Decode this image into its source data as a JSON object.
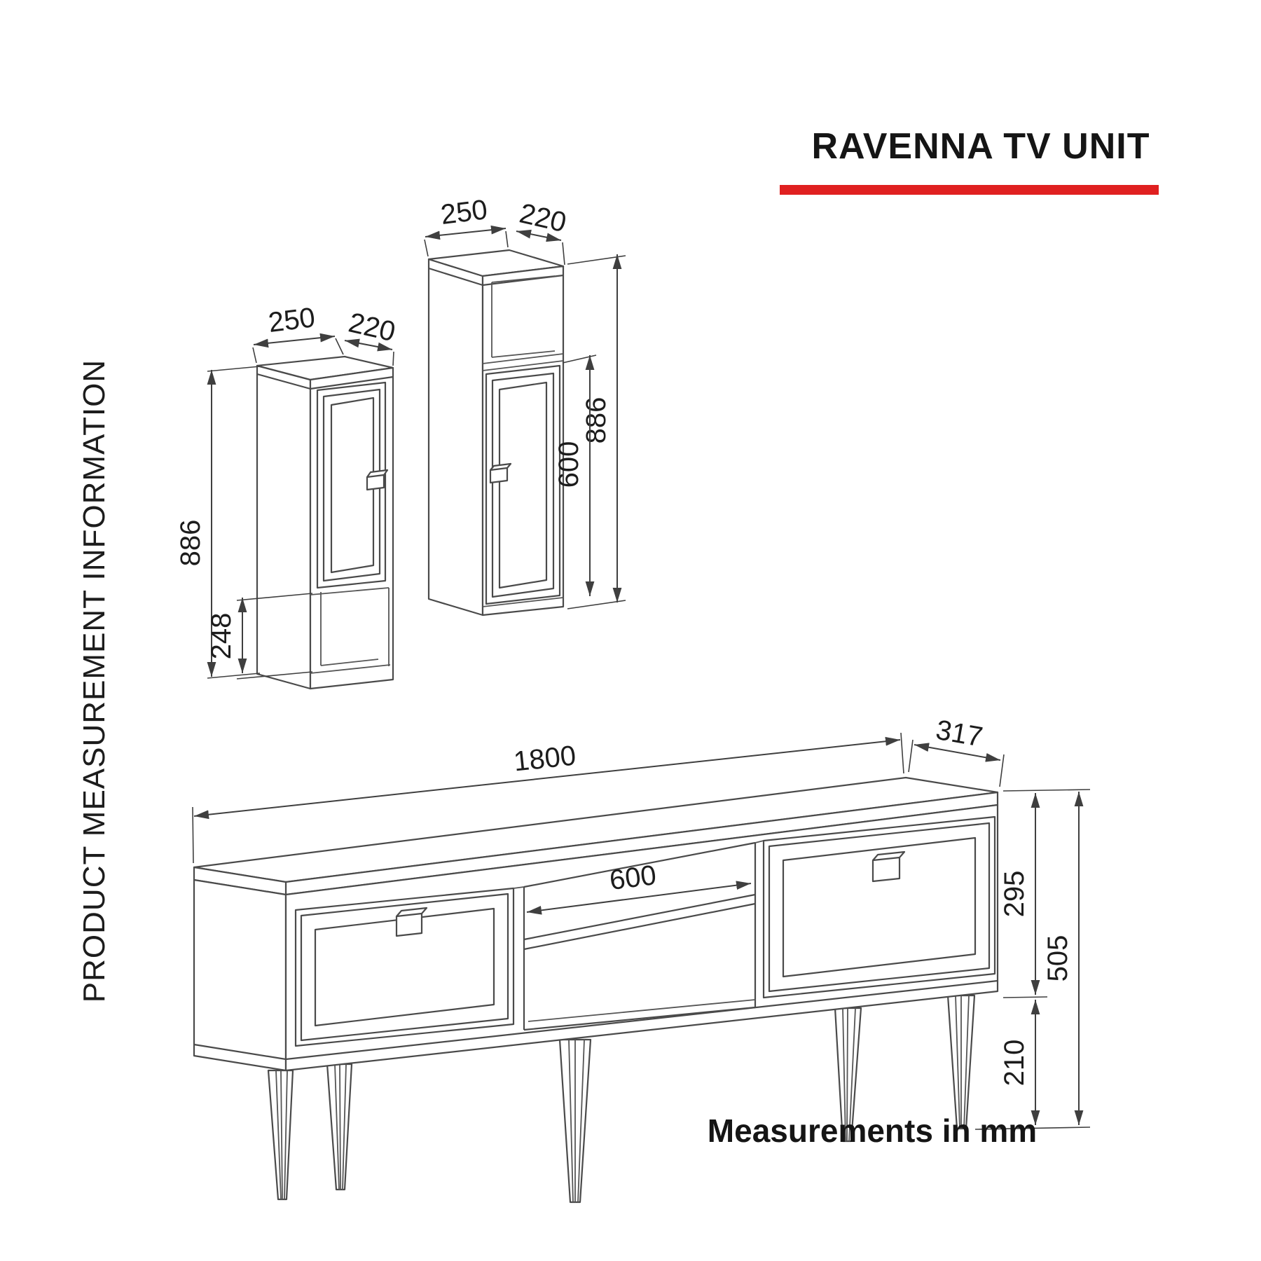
{
  "header": {
    "title": "RAVENNA TV UNIT"
  },
  "left_caption": {
    "text": "PRODUCT MEASUREMENT INFORMATION"
  },
  "footer": {
    "note": "Measurements in mm"
  },
  "colors": {
    "accent_red": "#e02020",
    "line": "#4a4a4a",
    "text": "#1c1c1c"
  },
  "units": "mm",
  "cabinet_left": {
    "width_mm": "250",
    "depth_mm": "220",
    "height_mm": "886",
    "open_section_mm": "248"
  },
  "cabinet_right": {
    "width_mm": "250",
    "depth_mm": "220",
    "height_mm": "886",
    "door_section_mm": "600"
  },
  "tv_stand": {
    "width_mm": "1800",
    "depth_mm": "317",
    "opening_mm": "600",
    "body_height_mm": "295",
    "total_height_mm": "505",
    "leg_height_mm": "210"
  }
}
